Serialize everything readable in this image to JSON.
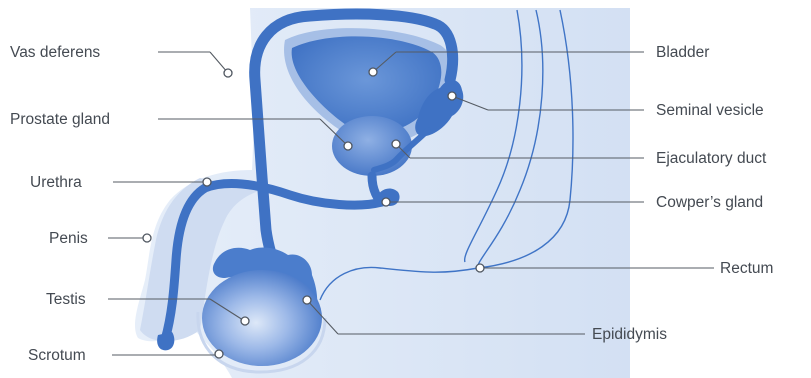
{
  "colors": {
    "body_fill": "#dbe6f5",
    "body_fill_light": "#e9f0fa",
    "organ_blue": "#3f74c6",
    "organ_mid": "#5e8fd6",
    "bladder_inner": "#a9c0e6",
    "testis_highlight": "#c9d9f2"
  },
  "labels": {
    "vas_deferens": "Vas deferens",
    "prostate_gland": "Prostate gland",
    "urethra": "Urethra",
    "penis": "Penis",
    "testis": "Testis",
    "scrotum": "Scrotum",
    "bladder": "Bladder",
    "seminal_vesicle": "Seminal vesicle",
    "ejaculatory_duct": "Ejaculatory duct",
    "cowpers_gland": "Cowper’s gland",
    "rectum": "Rectum",
    "epididymis": "Epididymis"
  }
}
